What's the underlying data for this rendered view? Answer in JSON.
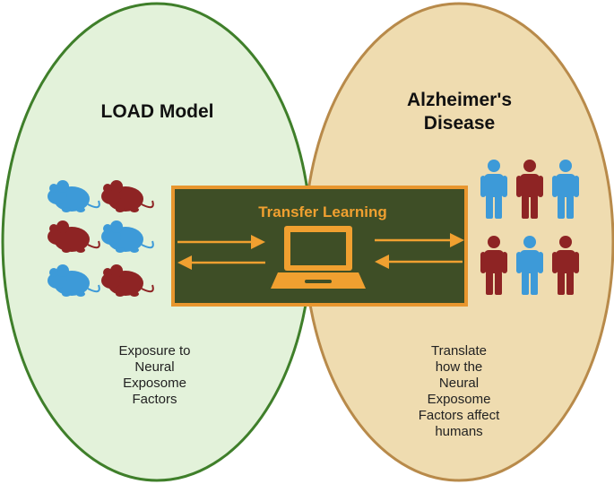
{
  "left_panel": {
    "title": "LOAD Model",
    "caption_lines": [
      "Exposure to",
      "Neural",
      "Exposome",
      "Factors"
    ]
  },
  "right_panel": {
    "title_lines": [
      "Alzheimer's",
      "Disease"
    ],
    "caption_lines": [
      "Translate",
      "how the",
      "Neural",
      "Exposome",
      "Factors affect",
      "humans"
    ]
  },
  "center_board": {
    "label": "Transfer Learning"
  },
  "icons": {
    "mice": [
      "mouse-icon-blue",
      "mouse-icon-red",
      "mouse-icon-red",
      "mouse-icon-blue",
      "mouse-icon-blue",
      "mouse-icon-red"
    ],
    "people": [
      "person-icon-blue",
      "person-icon-red",
      "person-icon-blue",
      "person-icon-red",
      "person-icon-blue",
      "person-icon-red"
    ],
    "laptop": "laptop-icon"
  },
  "colors": {
    "left_fill": "#e3f2da",
    "left_border": "#3f7f2a",
    "right_fill": "#efdcb0",
    "right_border": "#b88a4a",
    "board_fill": "#3e4e26",
    "board_border": "#e8962e",
    "accent_orange": "#f0a030",
    "blue": "#3d9ad8",
    "red": "#8e2424"
  }
}
